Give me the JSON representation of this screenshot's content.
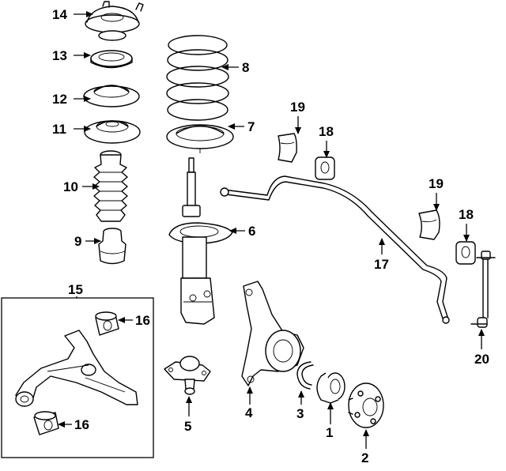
{
  "callouts": {
    "c1": "1",
    "c2": "2",
    "c3": "3",
    "c4": "4",
    "c5": "5",
    "c6": "6",
    "c7": "7",
    "c8": "8",
    "c9": "9",
    "c10": "10",
    "c11": "11",
    "c12": "12",
    "c13": "13",
    "c14": "14",
    "c15": "15",
    "c16a": "16",
    "c16b": "16",
    "c17": "17",
    "c18a": "18",
    "c18b": "18",
    "c19a": "19",
    "c19b": "19",
    "c20": "20"
  }
}
